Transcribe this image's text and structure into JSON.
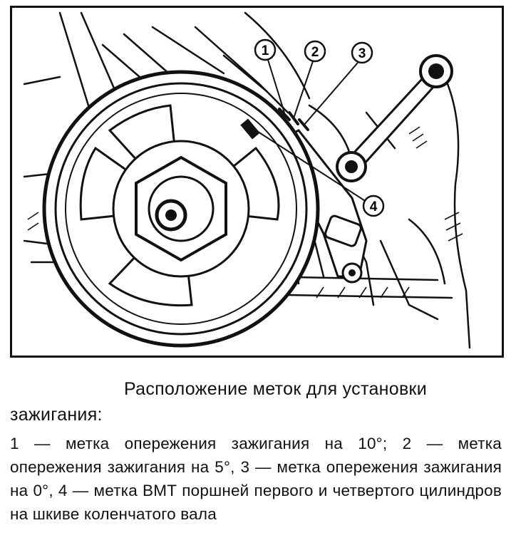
{
  "figure": {
    "callouts": [
      "1",
      "2",
      "3",
      "4"
    ]
  },
  "caption": {
    "title": "Расположение меток для установки зажигания:",
    "body": "1 — метка опережения зажигания на 10°; 2 — метка опережения зажигания на 5°, 3 — метка опережения зажигания на 0°, 4 — метка ВМТ поршней первого и четвертого цилиндров на шкиве коленчатого вала"
  }
}
